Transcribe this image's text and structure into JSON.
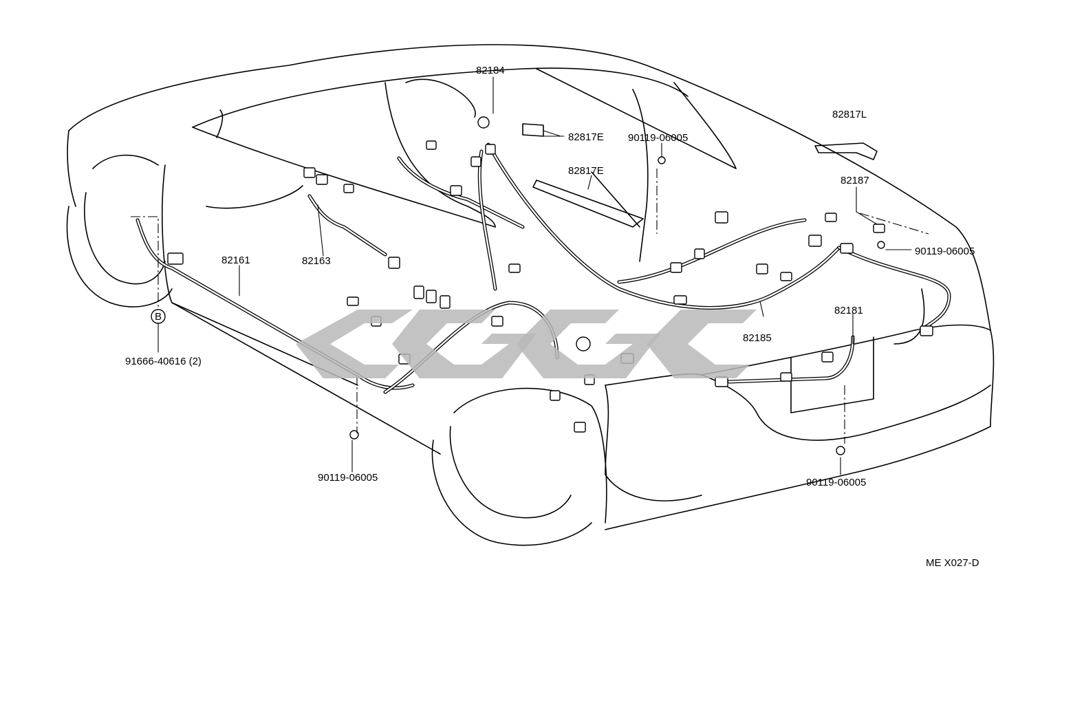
{
  "labels": {
    "p82184": "82184",
    "p82817E_a": "82817E",
    "p90119_a": "90119-06005",
    "p82817L": "82817L",
    "p82817E_b": "82817E",
    "p82187": "82187",
    "p90119_b": "90119-06005",
    "p82161": "82161",
    "p82163": "82163",
    "p82181": "82181",
    "p82185": "82185",
    "p91666": "91666-40616 (2)",
    "ground_mark": "B",
    "p90119_c": "90119-06005",
    "p90119_d": "90119-06005",
    "ref_code": "ME X027-D"
  },
  "colors": {
    "line": "#000000",
    "watermark": "#b9b9b9"
  }
}
